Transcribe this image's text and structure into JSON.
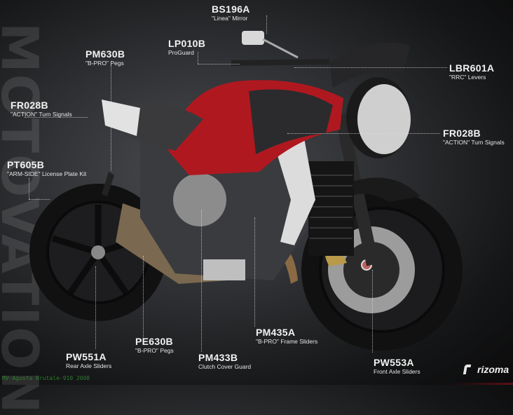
{
  "watermark": "MOTOVATION",
  "caption": "MV-Agusta Brutale-910 2008",
  "brand": {
    "name": "rizoma",
    "icon": "rizoma-r-logo-icon"
  },
  "colors": {
    "tank_red": "#b01820",
    "background": "#1a1b1d",
    "caption_green": "#2f7a2f"
  },
  "callouts": [
    {
      "code": "BS196A",
      "desc": "\"Linea\" Mirror"
    },
    {
      "code": "LP010B",
      "desc": "ProGuard"
    },
    {
      "code": "PM630B",
      "desc": "\"B-PRO\" Pegs"
    },
    {
      "code": "LBR601A",
      "desc": "\"RRC\" Levers"
    },
    {
      "code": "FR028B",
      "desc": "\"ACTION\" Turn Signals"
    },
    {
      "code": "FR028B",
      "desc": "\"ACTION\" Turn Signals"
    },
    {
      "code": "PT605B",
      "desc": "\"ARM-SIDE\" License Plate Kit"
    },
    {
      "code": "PE630B",
      "desc": "\"B-PRO\" Pegs"
    },
    {
      "code": "PM435A",
      "desc": "\"B-PRO\" Frame Sliders"
    },
    {
      "code": "PM433B",
      "desc": "Clutch Cover Guard"
    },
    {
      "code": "PW551A",
      "desc": "Rear Axle Sliders"
    },
    {
      "code": "PW553A",
      "desc": "Front Axle Sliders"
    }
  ]
}
